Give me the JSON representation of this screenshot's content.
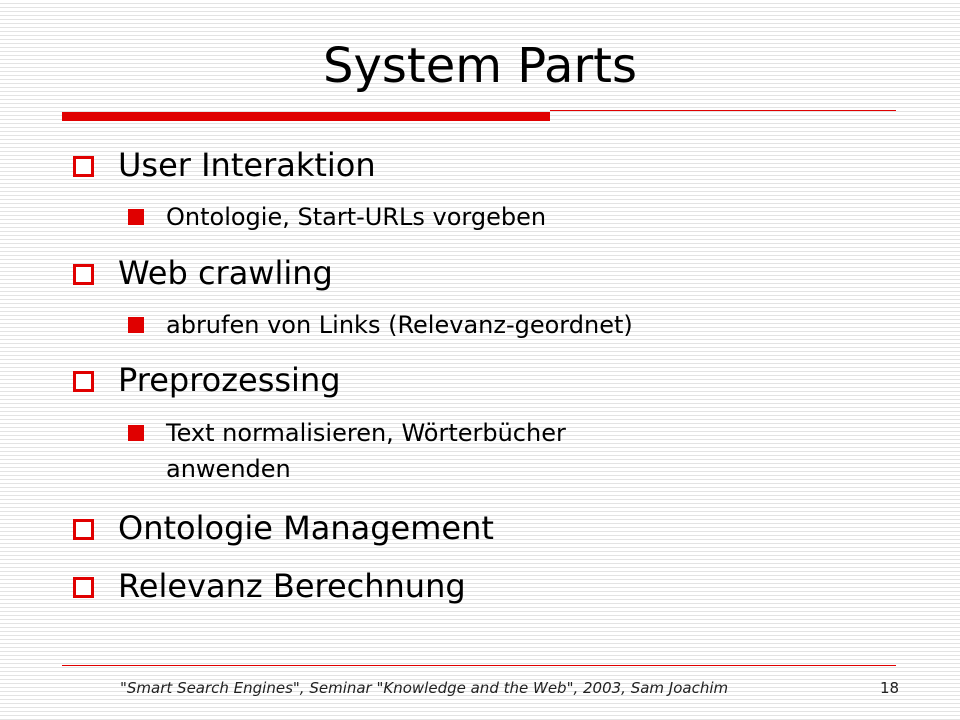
{
  "slide": {
    "title": "System Parts",
    "items": [
      {
        "text": "User Interaktion",
        "sub": "Ontologie, Start-URLs vorgeben"
      },
      {
        "text": "Web crawling",
        "sub": "abrufen von Links (Relevanz-geordnet)"
      },
      {
        "text": "Preprozessing",
        "sub_line1": "Text normalisieren, Wörterbücher",
        "sub_line2": "anwenden"
      },
      {
        "text": "Ontologie Management"
      },
      {
        "text": "Relevanz Berechnung"
      }
    ],
    "footer": "\"Smart Search Engines\", Seminar \"Knowledge and the Web\",  2003, Sam Joachim",
    "page_number": "18"
  },
  "colors": {
    "accent": "#e00000",
    "background": "#ffffff",
    "stripe": "#e3e3e3"
  }
}
